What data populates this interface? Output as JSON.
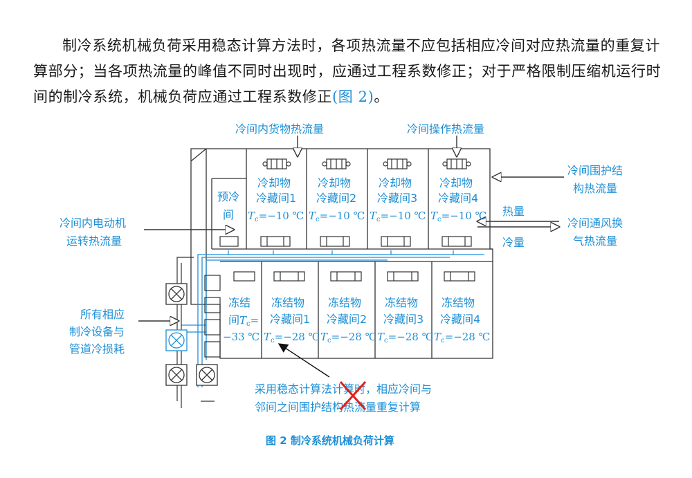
{
  "paragraph": {
    "text": "制冷系统机械负荷采用稳态计算方法时，各项热流量不应包括相应冷间对应热流量的重复计算部分；当各项热流量的峰值不同时出现时，应通过工程系数修正；对于严格限制压缩机运行时间的制冷系统，机械负荷应通过工程系数修正",
    "ref": "(图 2)",
    "end": "。"
  },
  "labels": {
    "goods_heat": "冷间内货物热流量",
    "operation_heat": "冷间操作热流量",
    "envelope_heat_1": "冷间围护结",
    "envelope_heat_2": "构热流量",
    "motor_heat_1": "冷间内电动机",
    "motor_heat_2": "运转热流量",
    "heat": "热量",
    "cold": "冷量",
    "ventilation_heat_1": "冷间通风换",
    "ventilation_heat_2": "气热流量",
    "equipment_loss_1": "所有相应",
    "equipment_loss_2": "制冷设备与",
    "equipment_loss_3": "管道冷损耗",
    "note_1": "采用稳态计算法计算时，相应冷间与",
    "note_2": "邻间之间围护结构热流量重复计算"
  },
  "rooms_top": {
    "precool_1": "预冷",
    "precool_2": "间",
    "name_1": "冷却物",
    "name_2": "冷藏间",
    "items": [
      {
        "num": "1",
        "temp": "=−10 ℃"
      },
      {
        "num": "2",
        "temp": "=−10 ℃"
      },
      {
        "num": "3",
        "temp": "=−10 ℃"
      },
      {
        "num": "4",
        "temp": "=−10 ℃"
      }
    ]
  },
  "rooms_bottom": {
    "freeze_1": "冻结",
    "freeze_2": "间",
    "freeze_temp_a": "=",
    "freeze_temp_b": "−33 ℃",
    "name_1": "冻结物",
    "name_2": "冷藏间",
    "items": [
      {
        "num": "1",
        "temp": "=−28 ℃"
      },
      {
        "num": "2",
        "temp": "=−28 ℃"
      },
      {
        "num": "3",
        "temp": "=−28 ℃"
      },
      {
        "num": "4",
        "temp": "=−28 ℃"
      }
    ]
  },
  "temp_symbol": "T",
  "temp_sub": "c",
  "caption": "图 2  制冷系统机械负荷计算",
  "colors": {
    "accent": "#1c8fd6",
    "line": "#333333",
    "cross": "#e0201c"
  }
}
